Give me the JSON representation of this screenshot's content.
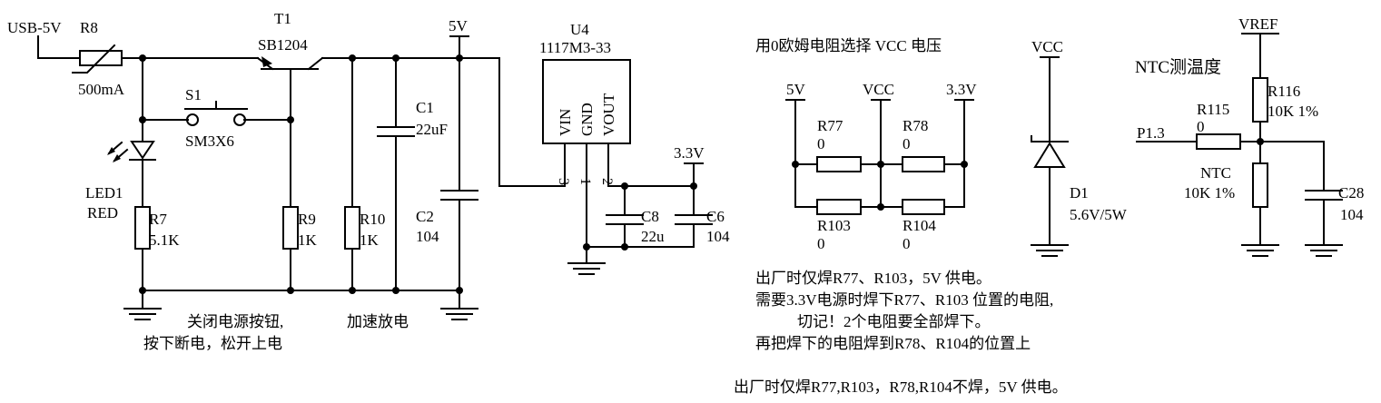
{
  "labels": {
    "usb": "USB-5V",
    "r8": "R8",
    "r8_val": "500mA",
    "t1": "T1",
    "t1_val": "SB1204",
    "s1": "S1",
    "s1_val": "SM3X6",
    "led1": "LED1",
    "led1_val": "RED",
    "r7": "R7",
    "r7_val": "5.1K",
    "r9": "R9",
    "r9_val": "1K",
    "r10": "R10",
    "r10_val": "1K",
    "c1": "C1",
    "c1_val": "22uF",
    "c2": "C2",
    "c2_val": "104",
    "net5v": "5V",
    "u4": "U4",
    "u4_val": "1117M3-33",
    "u4_vin": "VIN",
    "u4_gnd": "GND",
    "u4_vout": "VOUT",
    "pin3": "3",
    "pin1": "1",
    "pin2": "2",
    "net33": "3.3V",
    "c8": "C8",
    "c8_val": "22u",
    "c6": "C6",
    "c6_val": "104",
    "note_switch_1": "关闭电源按钮,",
    "note_switch_2": "按下断电，松开上电",
    "note_discharge": "加速放电",
    "sel_title": "用0欧姆电阻选择 VCC 电压",
    "sel_5v": "5V",
    "sel_vcc": "VCC",
    "sel_33": "3.3V",
    "r77": "R77",
    "r77_val": "0",
    "r78": "R78",
    "r78_val": "0",
    "r103": "R103",
    "r103_val": "0",
    "r104": "R104",
    "r104_val": "0",
    "d1_vcc": "VCC",
    "d1": "D1",
    "d1_val": "5.6V/5W",
    "vref": "VREF",
    "ntc_title": "NTC测温度",
    "r116": "R116",
    "r116_val": "10K 1%",
    "r115": "R115",
    "r115_val": "0",
    "p13": "P1.3",
    "ntc": "NTC",
    "ntc_val": "10K 1%",
    "c28": "C28",
    "c28_val": "104",
    "note1": "出厂时仅焊R77、R103，5V 供电。",
    "note2": "需要3.3V电源时焊下R77、R103 位置的电阻,",
    "note3": "切记！2个电阻要全部焊下。",
    "note4": "再把焊下的电阻焊到R78、R104的位置上",
    "note5": "出厂时仅焊R77,R103，R78,R104不焊，5V 供电。"
  }
}
